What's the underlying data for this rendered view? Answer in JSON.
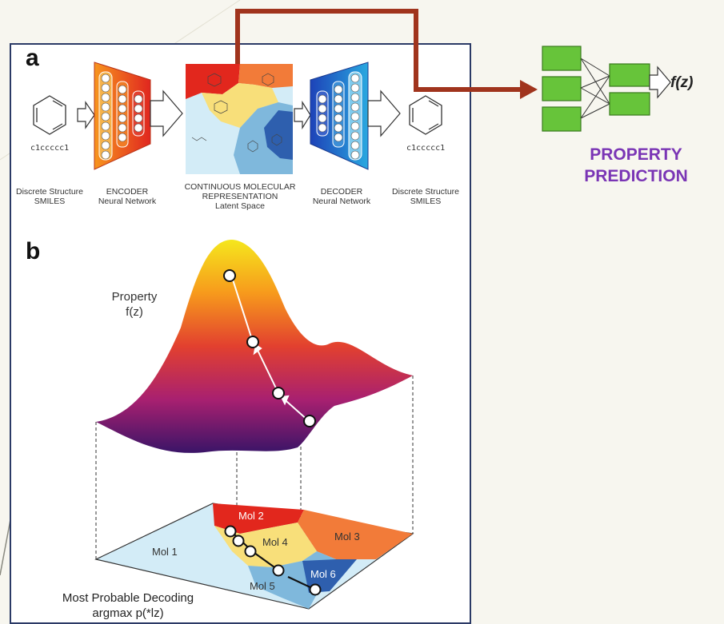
{
  "panel_a": {
    "letter": "a",
    "smiles_in": "c1ccccc1",
    "smiles_out": "c1ccccc1",
    "captions": {
      "input": [
        "Discrete Structure",
        "SMILES"
      ],
      "encoder": [
        "ENCODER",
        "Neural Network"
      ],
      "latent": [
        "CONTINUOUS MOLECULAR",
        "REPRESENTATION",
        "Latent Space"
      ],
      "decoder": [
        "DECODER",
        "Neural Network"
      ],
      "output": [
        "Discrete Structure",
        "SMILES"
      ]
    }
  },
  "panel_b": {
    "letter": "b",
    "property_label": [
      "Property",
      "f(z)"
    ],
    "decoding_label": [
      "Most Probable Decoding",
      "argmax p(*lz)"
    ],
    "regions": [
      "Mol 1",
      "Mol 2",
      "Mol 3",
      "Mol 4",
      "Mol 5",
      "Mol 6"
    ]
  },
  "property_prediction": {
    "label": [
      "PROPERTY",
      "PREDICTION"
    ],
    "output": "f(z)"
  },
  "colors": {
    "arrow": "#a0341d",
    "nn_boxes": "#67c43a",
    "label_purple": "#7a35b5",
    "panel_border": "#2b3a66"
  }
}
